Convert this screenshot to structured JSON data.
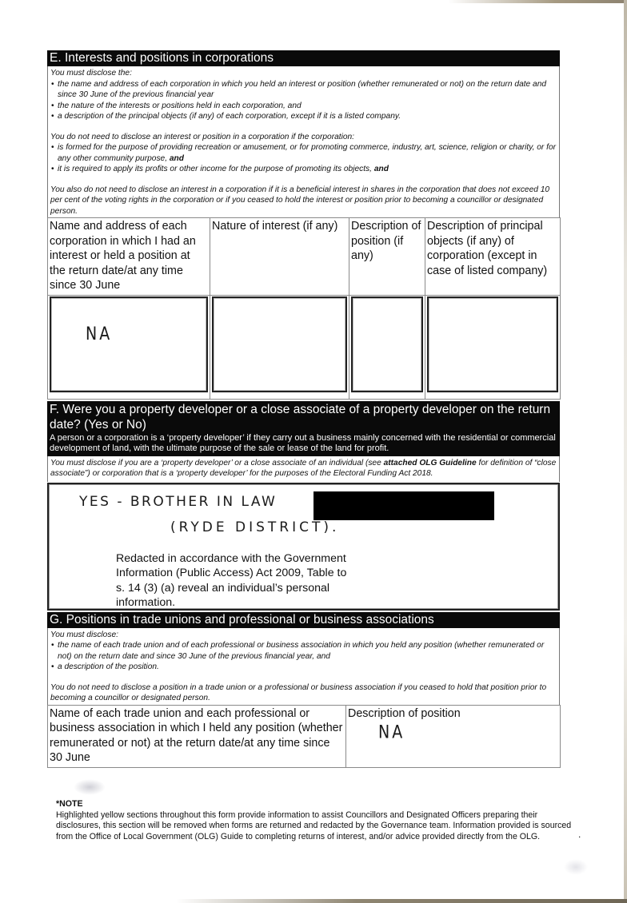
{
  "section_e": {
    "heading": "E. Interests and positions in corporations",
    "must_disclose_intro": "You must disclose the:",
    "must_disclose_items": [
      "the name and address of each corporation in which you held an interest or position (whether remunerated or not) on the return date and since 30 June of the previous financial year",
      "the nature of the interests or positions held in each corporation, and",
      "a description of the principal objects (if any) of each corporation, except if it is a listed company."
    ],
    "exempt_intro": "You do not need to disclose an interest or position in a corporation if the corporation:",
    "exempt_items": [
      {
        "text": "is formed for the purpose of providing recreation or amusement, or for promoting commerce, industry, art, science, religion or charity, or for any other community purpose, ",
        "bold_tail": "and"
      },
      {
        "text": "it is required to apply its profits or other income for the purpose of promoting its objects, ",
        "bold_tail": "and"
      }
    ],
    "also_exempt": "You also do not need to disclose an interest in a corporation if it is a beneficial interest in shares in the corporation that does not exceed 10 per cent of the voting rights in the corporation or if you ceased to hold the interest or position prior to becoming a councillor or designated person.",
    "table": {
      "columns": [
        "Name and address of each corporation in which I had an interest or held a position at the return date/at any time since 30 June",
        "Nature of interest (if any)",
        "Description of position (if any)",
        "Description of principal objects (if any) of corporation (except in case of listed company)"
      ],
      "row": [
        "NA",
        "",
        "",
        ""
      ]
    }
  },
  "section_f": {
    "heading": "F. Were you a property developer or a close associate of a property developer on the return date? (Yes or No)",
    "definition": "A person or a corporation is a ‘property developer’ if they carry out a business mainly concerned with the residential or commercial development of land, with the ultimate purpose of the sale or lease of the land for profit.",
    "instruction_pre": "You must disclose if you are a ‘property developer’ or a close associate of an individual (see ",
    "instruction_bold": "attached OLG Guideline",
    "instruction_post": " for definition of “close associate”) or corporation that is a ‘property developer’ for the purposes of the Electoral Funding Act 2018.",
    "answer_line1": "YES - BROTHER IN LAW",
    "answer_line2": "(RYDE DISTRICT).",
    "redaction_note": "Redacted in accordance with the Government Information (Public Access) Act 2009, Table to s. 14 (3) (a) reveal an individual’s personal information."
  },
  "section_g": {
    "heading": "G. Positions in trade unions and professional or business associations",
    "must_disclose_intro": "You must disclose:",
    "must_disclose_items": [
      "the name of each trade union and of each professional or business association in which you held any position (whether remunerated or not) on the return date and since 30 June of the previous financial year, and",
      "a description of the position."
    ],
    "exempt": "You do not need to disclose a position in a trade union or a professional or business association if you ceased to hold that position prior to becoming a councillor or designated person.",
    "table": {
      "columns": [
        "Name of each trade union and each professional or business association in which I held any position (whether remunerated or not) at the return date/at any time since 30 June",
        "Description of position"
      ],
      "answer": "NA"
    }
  },
  "footnote": {
    "title": "*NOTE",
    "body": "Highlighted yellow sections throughout this form provide information to assist Councillors and Designated Officers preparing their disclosures, this section will be removed when forms are returned and redacted by the Governance team. Information provided is sourced from the Office of Local Government (OLG) Guide to completing returns of interest, and/or advice provided directly from the OLG."
  }
}
